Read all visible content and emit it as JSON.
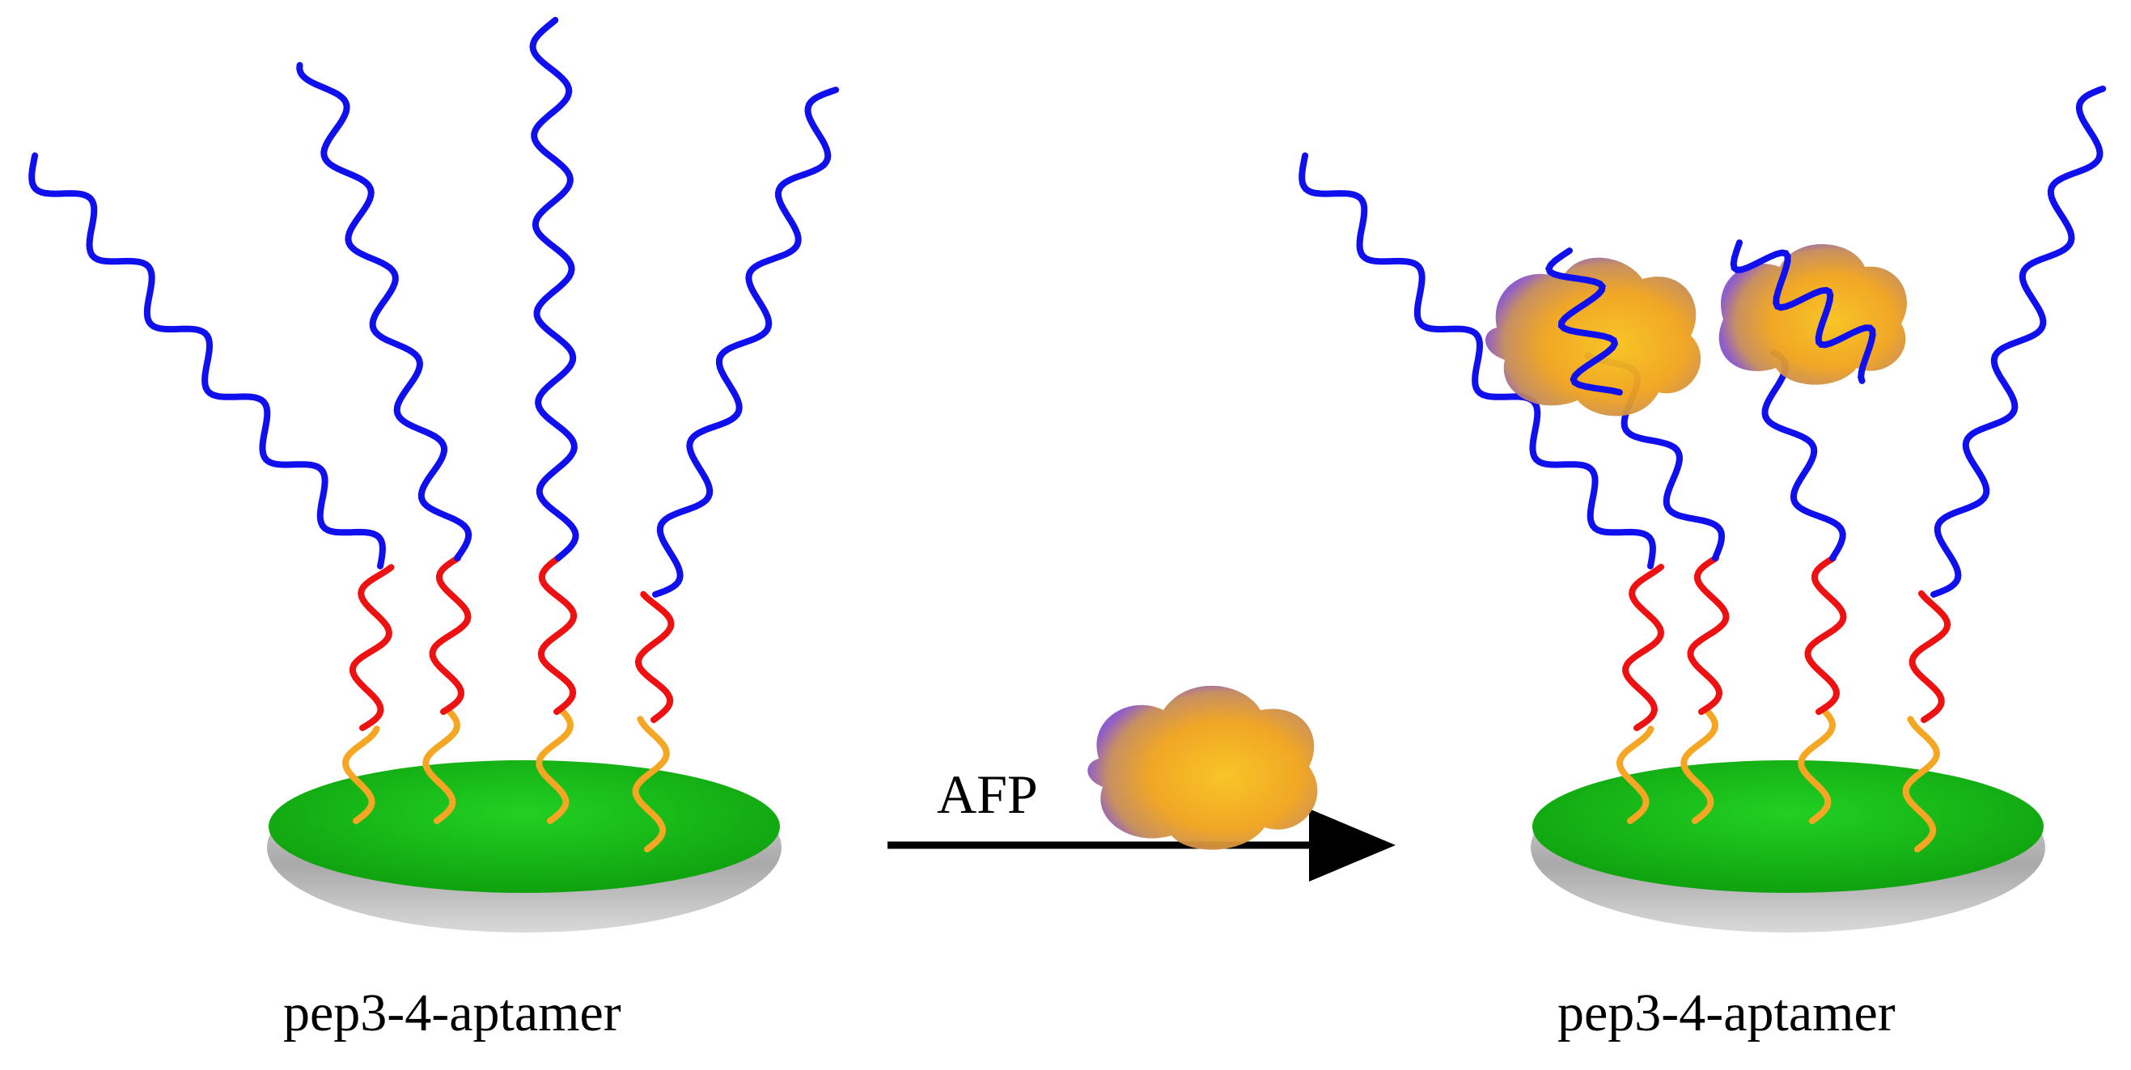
{
  "left_panel": {
    "caption": "pep3-4-aptamer"
  },
  "right_panel": {
    "caption": "pep3-4-aptamer"
  },
  "arrow": {
    "label": "AFP"
  },
  "colors": {
    "aptamer_strand": "#1010ee",
    "peptide_segment": "#ee1111",
    "linker_segment": "#f5a623",
    "surface_top": "#12b812",
    "surface_rim": "#b8b8b8",
    "arrow": "#000000"
  }
}
